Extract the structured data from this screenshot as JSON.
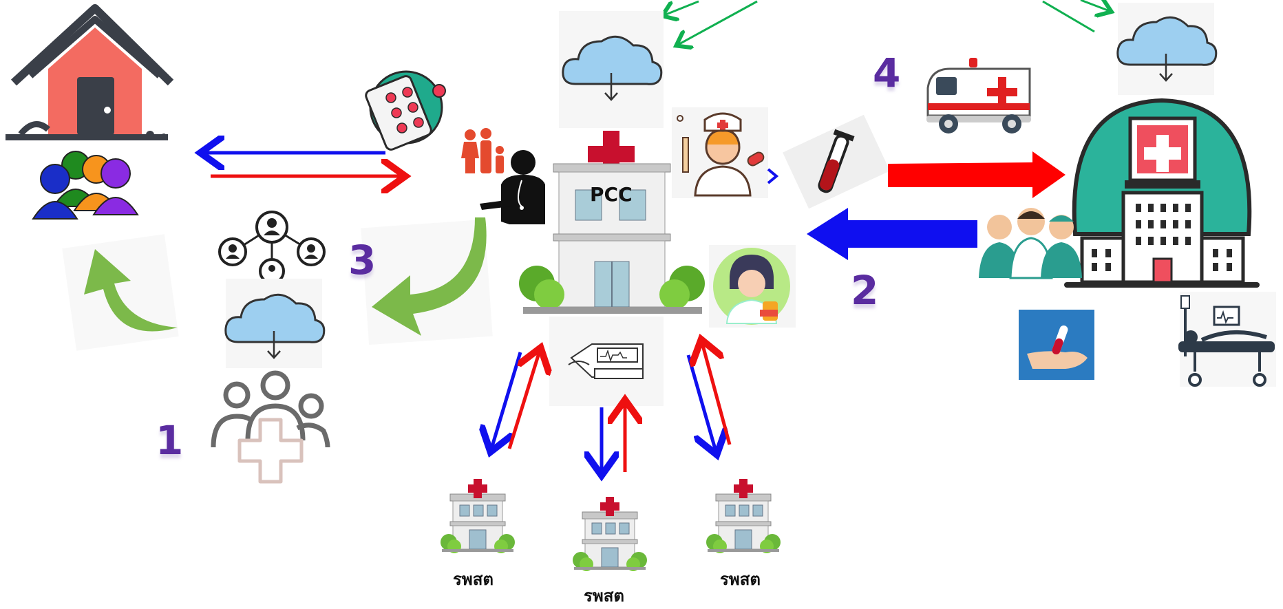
{
  "labels": {
    "center": "PCC",
    "subunit_1": "รพสต",
    "subunit_2": "รพสต",
    "subunit_3": "รพสต"
  },
  "steps": {
    "step_1": "1",
    "step_2": "2",
    "step_3": "3",
    "step_4": "4"
  },
  "colors": {
    "refer_out": "#1010ee",
    "refer_back": "#ee1010",
    "cloud_sync": "#10b050",
    "cycle": "#7cb94a",
    "step_number": "#5a2ca0"
  },
  "icons": [
    "house-icon",
    "community-people-icon",
    "medicine-pack-icon",
    "family-icon",
    "doctor-icon",
    "network-icon",
    "cloud-icon",
    "care-group-icon",
    "nurse-icon",
    "blood-tube-icon",
    "ambulance-icon",
    "pharmacist-icon",
    "hospital-icon",
    "medical-team-icon",
    "blood-sample-icon",
    "patient-bed-icon",
    "ecg-machine-icon",
    "health-center-icon"
  ]
}
